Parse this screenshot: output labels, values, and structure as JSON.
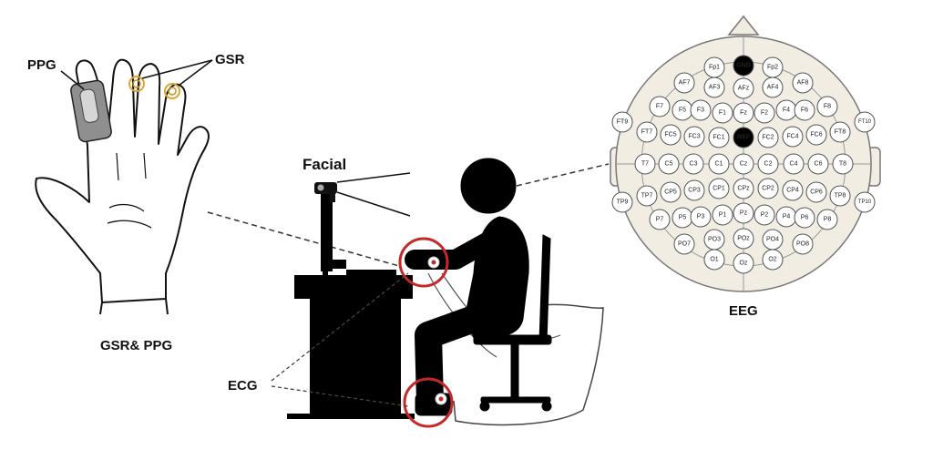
{
  "labels": {
    "ppg": "PPG",
    "gsr": "GSR",
    "gsr_ppg": "GSR& PPG",
    "facial": "Facial",
    "ecg": "ECG",
    "eeg": "EEG"
  },
  "electrodes": [
    "GND",
    "Fp1",
    "Fp2",
    "AF7",
    "AF3",
    "AFz",
    "AF4",
    "AF8",
    "F7",
    "F5",
    "F3",
    "F1",
    "Fz",
    "F2",
    "F4",
    "F6",
    "F8",
    "FT9",
    "FT7",
    "FC5",
    "FC3",
    "FC1",
    "REF",
    "FC2",
    "FC4",
    "FC6",
    "FT8",
    "FT10",
    "T7",
    "C5",
    "C3",
    "C1",
    "Cz",
    "C2",
    "C4",
    "C6",
    "T8",
    "TP9",
    "TP7",
    "CP5",
    "CP3",
    "CP1",
    "CPz",
    "CP2",
    "CP4",
    "CP6",
    "TP8",
    "TP10",
    "P7",
    "P5",
    "P3",
    "P1",
    "Pz",
    "P2",
    "P4",
    "P6",
    "P8",
    "PO7",
    "PO3",
    "POz",
    "PO4",
    "PO8",
    "O1",
    "Oz",
    "O2"
  ],
  "colors": {
    "head_fill": "#f2ede3",
    "ecg_circle": "#c62828",
    "sensor_ring": "#e0a630",
    "silhouette": "#000000",
    "dark_electrode": "#000000"
  }
}
